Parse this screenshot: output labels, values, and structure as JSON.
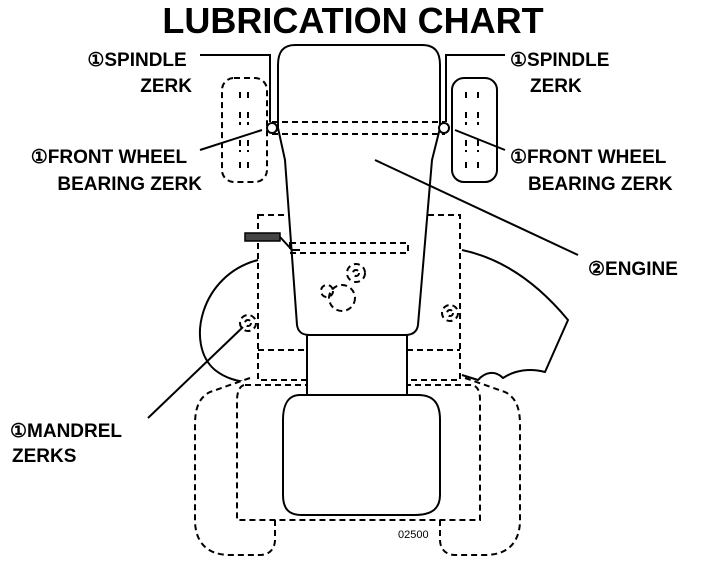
{
  "title": "LUBRICATION CHART",
  "labels": {
    "spindle_left": [
      "①SPINDLE",
      "ZERK"
    ],
    "spindle_right": [
      "①SPINDLE",
      "ZERK"
    ],
    "bearing_left": [
      "①FRONT WHEEL",
      "BEARING  ZERK"
    ],
    "bearing_right": [
      "①FRONT WHEEL",
      "BEARING  ZERK"
    ],
    "engine": "②ENGINE",
    "mandrel": [
      "①MANDREL",
      "ZERKS"
    ]
  },
  "figure_number": "02500"
}
